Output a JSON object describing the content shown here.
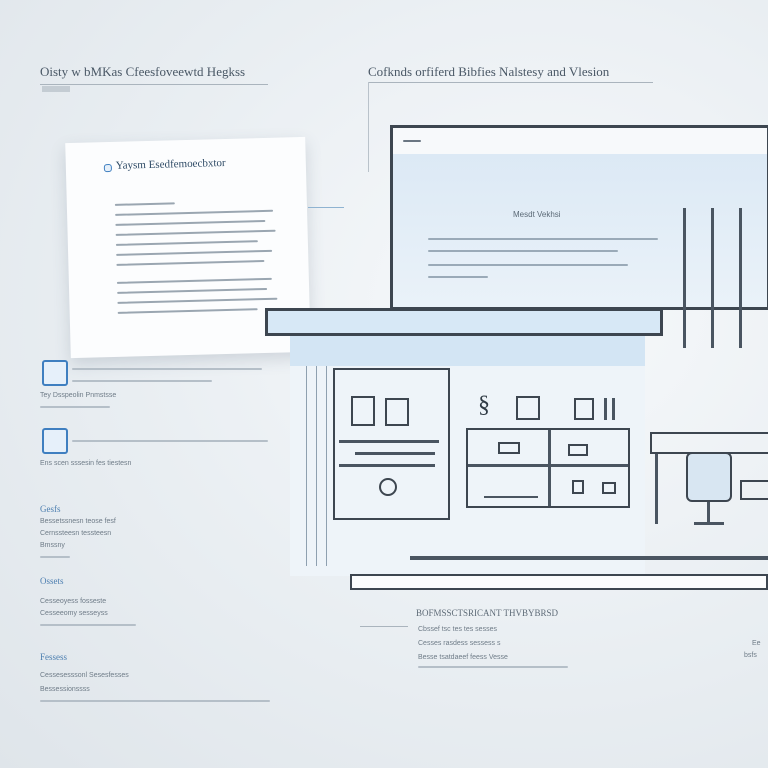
{
  "top": {
    "left_title": "Oisty w bMKas Cfeesfoveewtd Hegkss",
    "right_title": "Cofknds orfiferd Bibfies Nalstesy and Vlesion"
  },
  "doc": {
    "title": "Yaysm Esedfemoecbxtor"
  },
  "sidebar": {
    "sections": [
      {
        "title": "",
        "lines": [
          "Tey Dsspeolin Pnmstsse"
        ]
      },
      {
        "title": "",
        "lines": [
          "Ens scen sssesin fes tiestesn"
        ]
      },
      {
        "title": "Gesfs",
        "lines": [
          "Bessetssnesn teose fesf",
          "Cernssteesn tessteesn",
          "Bmssny"
        ]
      },
      {
        "title": "Ossets",
        "lines": [
          "Cesseoyess fosseste",
          "Cesseeomy sesseyss"
        ]
      },
      {
        "title": "Fessess",
        "lines": [
          "Cessesesssonl Sesesfesses",
          "Bessessionssss"
        ]
      }
    ]
  },
  "monitor": {
    "heading": "Mesdt Vekhsi"
  },
  "bottom": {
    "heading": "BOFMSSCTSRICANT THVBYBRSD",
    "lines": [
      "Cbssef tsc tes tes sesses",
      "Cesses rasdess sessess s",
      "Besse tsatdaeef feess Vesse"
    ],
    "right_lines": [
      "Ee",
      "bsfs"
    ]
  }
}
